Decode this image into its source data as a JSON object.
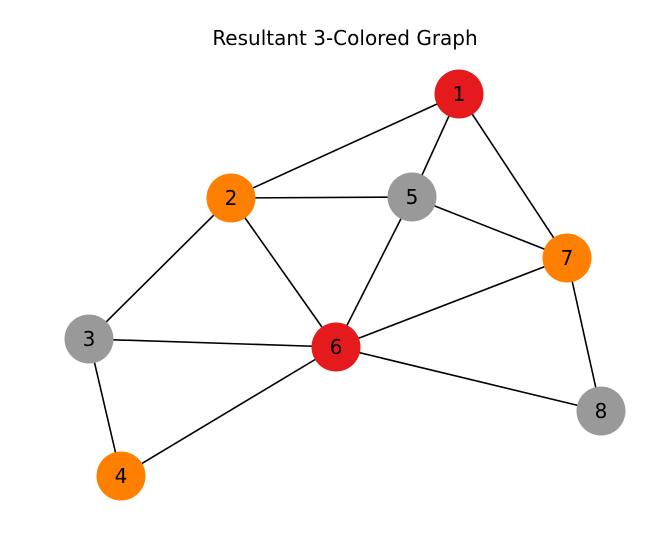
{
  "title": "Resultant 3-Colored Graph",
  "colors": {
    "red": "#e41a1c",
    "orange": "#ff7f00",
    "gray": "#999999"
  },
  "nodes": [
    {
      "id": "1",
      "label": "1",
      "color": "red"
    },
    {
      "id": "2",
      "label": "2",
      "color": "orange"
    },
    {
      "id": "3",
      "label": "3",
      "color": "gray"
    },
    {
      "id": "4",
      "label": "4",
      "color": "orange"
    },
    {
      "id": "5",
      "label": "5",
      "color": "gray"
    },
    {
      "id": "6",
      "label": "6",
      "color": "red"
    },
    {
      "id": "7",
      "label": "7",
      "color": "orange"
    },
    {
      "id": "8",
      "label": "8",
      "color": "gray"
    }
  ],
  "edges": [
    [
      "1",
      "2"
    ],
    [
      "1",
      "5"
    ],
    [
      "1",
      "7"
    ],
    [
      "2",
      "5"
    ],
    [
      "2",
      "3"
    ],
    [
      "2",
      "6"
    ],
    [
      "5",
      "6"
    ],
    [
      "5",
      "7"
    ],
    [
      "3",
      "6"
    ],
    [
      "3",
      "4"
    ],
    [
      "4",
      "6"
    ],
    [
      "6",
      "7"
    ],
    [
      "6",
      "8"
    ],
    [
      "7",
      "8"
    ]
  ]
}
